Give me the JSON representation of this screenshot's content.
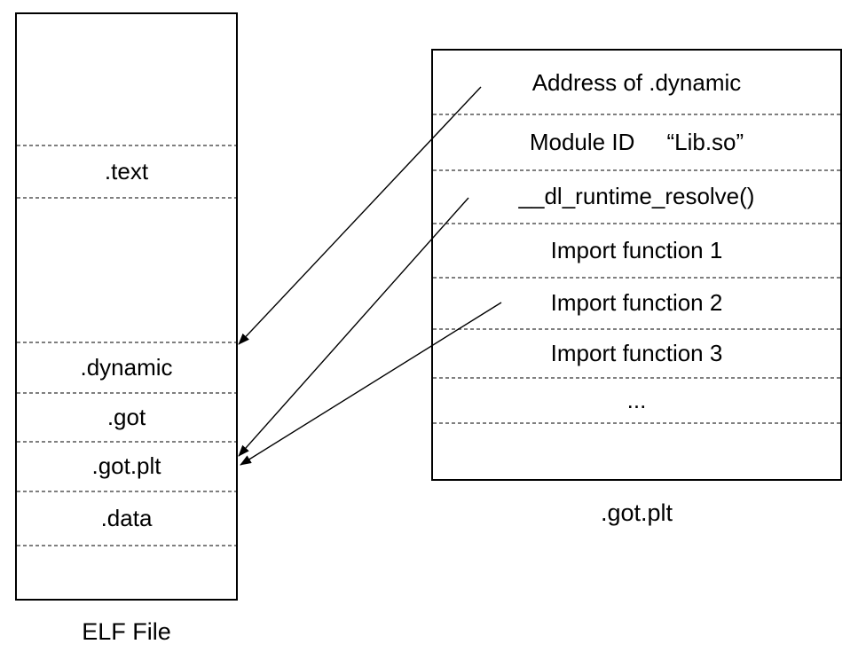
{
  "elf_box": {
    "caption": "ELF File",
    "sections": [
      {
        "label": ".text"
      },
      {
        "label": ".dynamic"
      },
      {
        "label": ".got"
      },
      {
        "label": ".got.plt"
      },
      {
        "label": ".data"
      }
    ]
  },
  "gotplt_box": {
    "caption": ".got.plt",
    "rows": [
      {
        "label": "Address of .dynamic"
      },
      {
        "label": "Module ID     “Lib.so”"
      },
      {
        "label": "__dl_runtime_resolve()"
      },
      {
        "label": "Import function 1"
      },
      {
        "label": "Import function 2"
      },
      {
        "label": "Import function 3"
      },
      {
        "label": "..."
      }
    ]
  },
  "arrows": [
    {
      "from_row": "Address of .dynamic",
      "to_section": ".dynamic"
    },
    {
      "from_row": "__dl_runtime_resolve()",
      "to_section": ".got.plt"
    },
    {
      "from_row": "Import function 2",
      "to_section": ".got.plt"
    }
  ],
  "colors": {
    "stroke": "#000000",
    "dashed_divider": "#7f7f7f",
    "background": "#ffffff"
  }
}
